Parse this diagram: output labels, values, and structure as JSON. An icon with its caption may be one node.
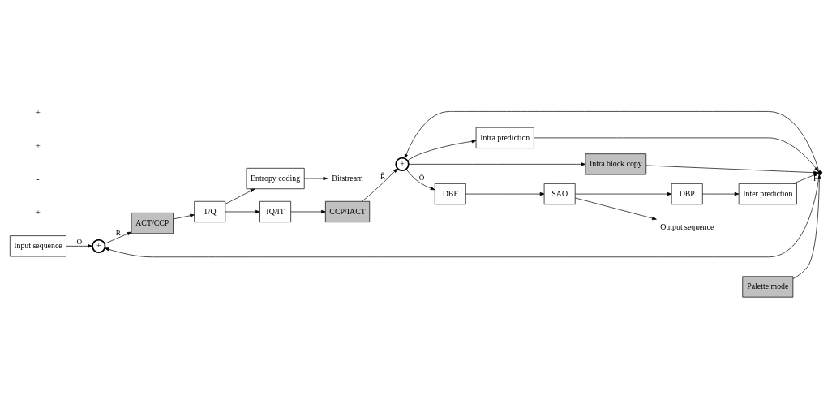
{
  "diagram": {
    "nodes": [
      {
        "text": [
          "Input sequence"
        ]
      },
      {
        "text": [
          "+"
        ]
      },
      {
        "text": [
          "ACT/CCP"
        ]
      },
      {
        "text": [
          "T/Q"
        ]
      },
      {
        "text": [
          "Entropy coding"
        ]
      },
      {
        "text": [
          "Bitstream"
        ]
      },
      {
        "text": [
          "DBP"
        ]
      },
      {
        "text": [
          "Inter prediction"
        ]
      },
      {
        "text": [
          "Intra prediction"
        ]
      },
      {
        "text": [
          "Intra block copy"
        ]
      },
      {
        "text": [
          "Palette mode"
        ]
      },
      {
        "text": [],
        "shape": "circle",
        "beside": [
          "P"
        ]
      },
      {
        "text": [
          "+"
        ]
      },
      {
        "text": [
          "CCP/IACT"
        ]
      },
      {
        "text": [
          "IQ/IT"
        ]
      },
      {
        "text": [
          "DBF"
        ]
      },
      {
        "text": [
          "SAO"
        ]
      },
      {
        "text": [
          "Output sequence"
        ]
      }
    ],
    "edges": [
      {
        "from": 0,
        "to": 1,
        "arrow": "to",
        "label": "O"
      },
      {
        "from": 1,
        "to": 2,
        "arrow": "to",
        "label": "R"
      },
      {
        "from": 2,
        "to": 3,
        "arrow": "to"
      },
      {
        "from": 3,
        "to": 4,
        "arrow": "to"
      },
      {
        "from": 4,
        "to": 5,
        "arrow": "to"
      },
      {
        "from": 3,
        "to": 14,
        "arrow": "to"
      },
      {
        "from": 14,
        "to": 13,
        "arrow": "to"
      },
      {
        "from": 13,
        "to": 12,
        "arrow": "to",
        "label": "R̂"
      },
      {
        "from": 11,
        "to": 1,
        "arrow": "to"
      },
      {
        "from": 11,
        "to": 12,
        "arrow": "to"
      },
      {
        "from": 6,
        "to": 7,
        "arrow": "to"
      },
      {
        "from": 7,
        "to": 11,
        "arrow": "to"
      },
      {
        "from": 8,
        "to": 11,
        "arrow": "to"
      },
      {
        "from": 9,
        "to": 11,
        "arrow": "to"
      },
      {
        "from": 10,
        "to": 11,
        "arrow": "to"
      },
      {
        "from": 12,
        "to": 15,
        "arrow": "to",
        "label": "Ô"
      },
      {
        "from": 12,
        "to": 8,
        "arrow": "to"
      },
      {
        "from": 12,
        "to": 9,
        "arrow": "to"
      },
      {
        "from": 15,
        "to": 16,
        "arrow": "to"
      },
      {
        "from": 16,
        "to": 17,
        "arrow": "to"
      },
      {
        "from": 16,
        "to": 6,
        "arrow": "to"
      }
    ],
    "labels": [
      "+",
      "-",
      "+",
      "+"
    ]
  }
}
